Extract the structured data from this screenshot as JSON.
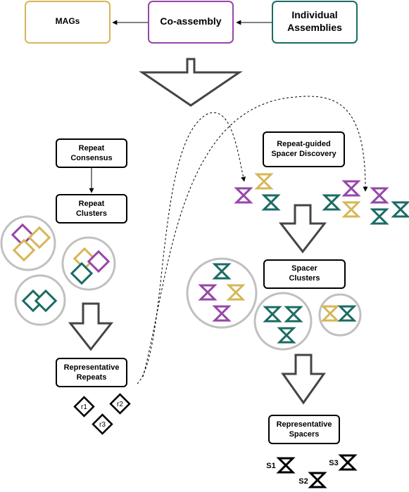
{
  "colors": {
    "mags": "#d6b656",
    "coassembly": "#9646a8",
    "individual": "#1a6b63",
    "purple": "#9646a8",
    "gold": "#d6b656",
    "teal": "#1a6b63",
    "black": "#000000",
    "circle": "#c0c0c0",
    "arrow": "#444444"
  },
  "top": {
    "mags": "MAGs",
    "coassembly": "Co-assembly",
    "individual_line1": "Individual",
    "individual_line2": "Assemblies"
  },
  "left": {
    "repeat_consensus_line1": "Repeat",
    "repeat_consensus_line2": "Consensus",
    "repeat_clusters_line1": "Repeat",
    "repeat_clusters_line2": "Clusters",
    "representative_repeats_line1": "Representative",
    "representative_repeats_line2": "Repeats",
    "reps": [
      "r1",
      "r2",
      "r3"
    ]
  },
  "right": {
    "discovery_line1": "Repeat-guided",
    "discovery_line2": "Spacer Discovery",
    "spacer_clusters_line1": "Spacer",
    "spacer_clusters_line2": "Clusters",
    "representative_spacers_line1": "Representative",
    "representative_spacers_line2": "Spacers",
    "spacers": [
      "S1",
      "S2",
      "S3"
    ]
  }
}
